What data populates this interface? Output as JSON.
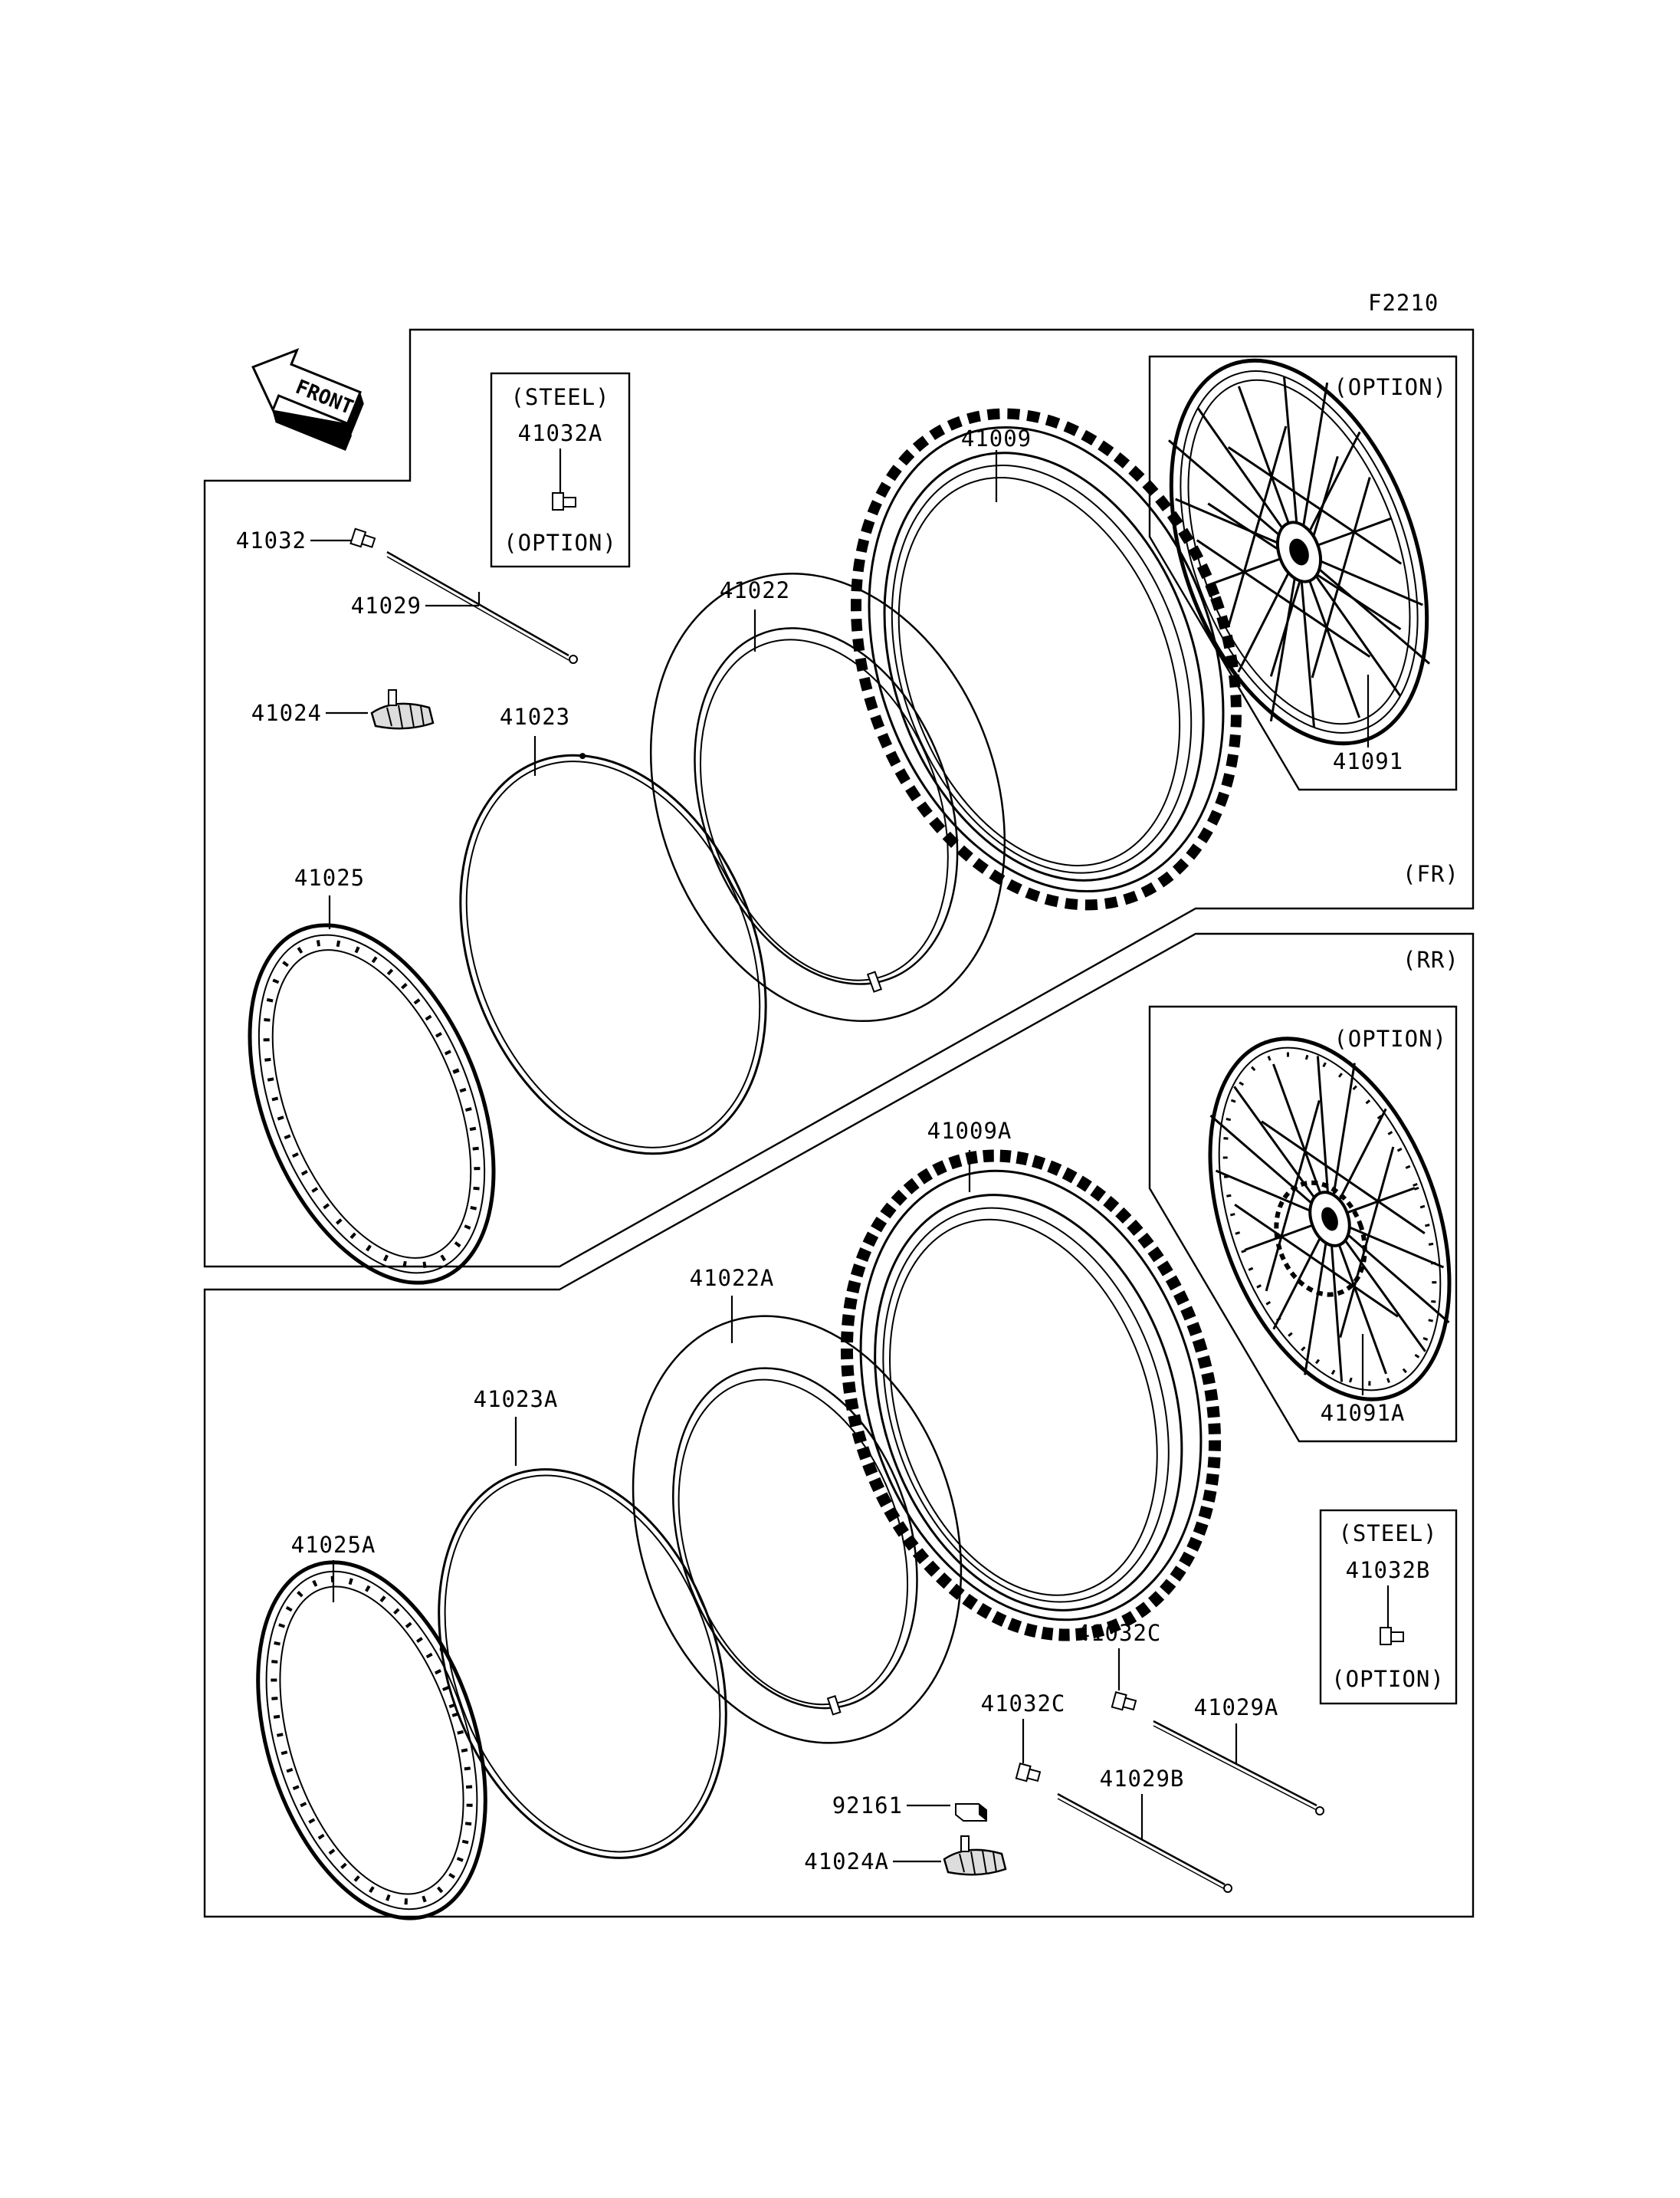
{
  "figure_code": "F2210",
  "direction_label": "FRONT",
  "sections": {
    "front": "(FR)",
    "rear": "(RR)"
  },
  "callouts": {
    "steel_front": {
      "title": "(STEEL)",
      "part": "41032A",
      "note": "(OPTION)"
    },
    "steel_rear": {
      "title": "(STEEL)",
      "part": "41032B",
      "note": "(OPTION)"
    },
    "wheel_front": {
      "note": "(OPTION)",
      "part": "41091"
    },
    "wheel_rear": {
      "note": "(OPTION)",
      "part": "41091A"
    }
  },
  "parts": {
    "tire_front": "41009",
    "tube_front": "41022",
    "band_front": "41023",
    "rim_front": "41025",
    "nipple_front": "41032",
    "spoke_front": "41029",
    "lock_front": "41024",
    "tire_rear": "41009A",
    "tube_rear": "41022A",
    "band_rear": "41023A",
    "rim_rear": "41025A",
    "nipple_rear_a": "41032C",
    "nipple_rear_b": "41032C",
    "spoke_rear_a": "41029A",
    "spoke_rear_b": "41029B",
    "lock_rear": "41024A",
    "block_rear": "92161"
  }
}
